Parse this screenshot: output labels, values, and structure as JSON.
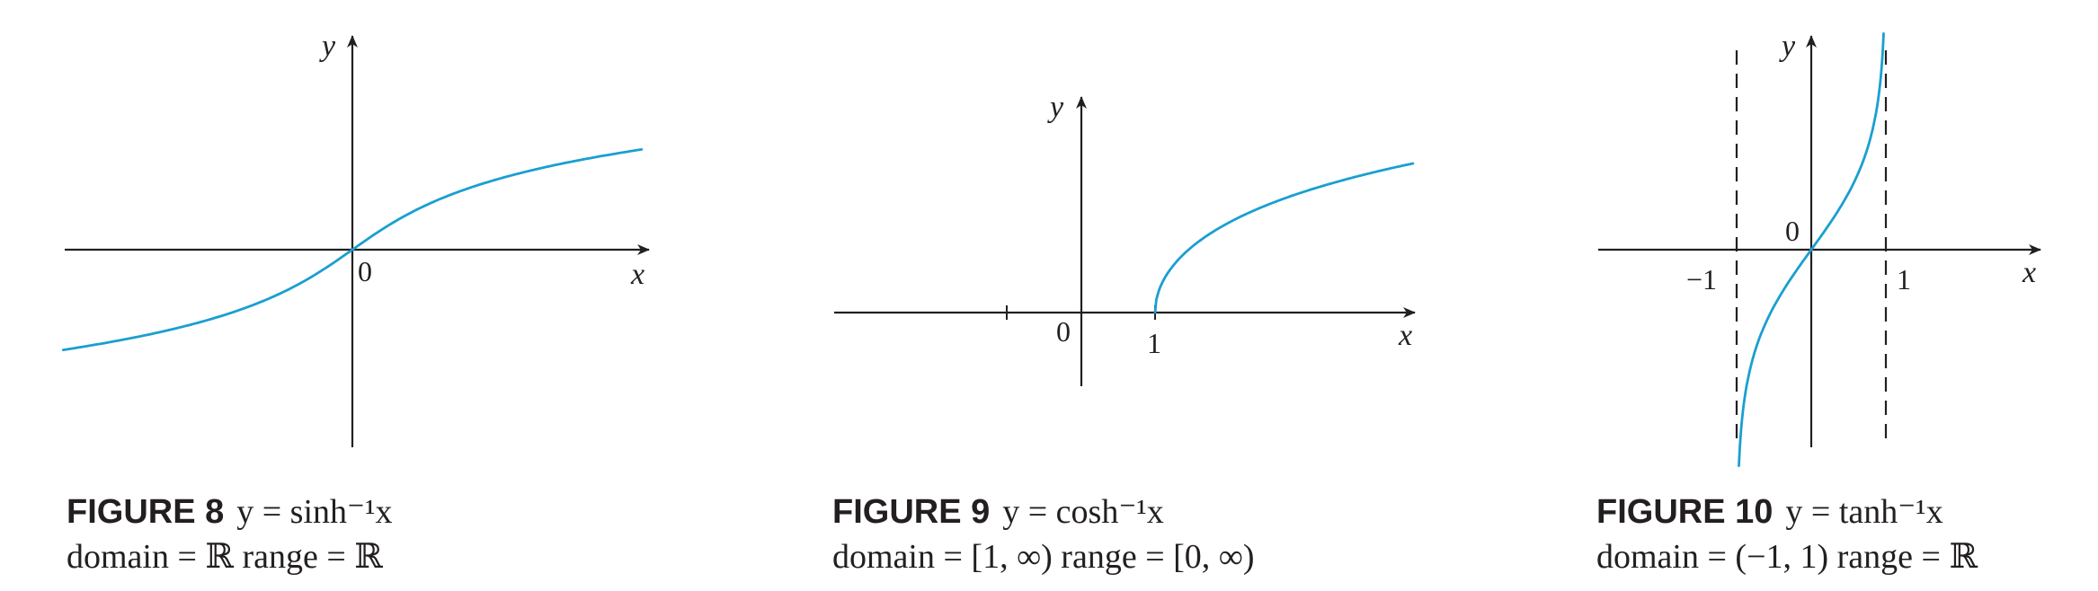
{
  "colors": {
    "curve": "#1a9fd0",
    "axis": "#231f20"
  },
  "figures": [
    {
      "number": "FIGURE 8",
      "equation": "y = sinh⁻¹x",
      "domain_range": "domain = ℝ   range = ℝ",
      "axis_x": "x",
      "axis_y": "y",
      "origin_label": "0"
    },
    {
      "number": "FIGURE 9",
      "equation": "y = cosh⁻¹x",
      "domain_range": "domain = [1, ∞)   range = [0, ∞)",
      "axis_x": "x",
      "axis_y": "y",
      "origin_label": "0",
      "tick_label": "1"
    },
    {
      "number": "FIGURE 10",
      "equation": "y = tanh⁻¹x",
      "domain_range": "domain = (−1, 1)   range = ℝ",
      "axis_x": "x",
      "axis_y": "y",
      "origin_label": "0",
      "tick_label_left": "−1",
      "tick_label_right": "1"
    }
  ],
  "chart_data": [
    {
      "type": "line",
      "function": "asinh",
      "x_range": [
        -4.5,
        4.5
      ],
      "series": [
        {
          "name": "",
          "x": [
            -4.5,
            -3,
            -2,
            -1,
            0,
            1,
            2,
            3,
            4.5
          ],
          "y": [
            -2.21,
            -1.82,
            -1.44,
            -0.88,
            0,
            0.88,
            1.44,
            1.82,
            2.21
          ]
        }
      ]
    },
    {
      "type": "line",
      "function": "acosh",
      "x_range": [
        1,
        4.5
      ],
      "series": [
        {
          "name": "",
          "x": [
            1,
            1.2,
            1.5,
            2,
            3,
            4,
            4.5
          ],
          "y": [
            0,
            0.62,
            0.96,
            1.32,
            1.76,
            2.06,
            2.18
          ]
        }
      ]
    },
    {
      "type": "line",
      "function": "atanh",
      "x_range": [
        -0.97,
        0.97
      ],
      "asymptotes_x": [
        -1,
        1
      ],
      "series": [
        {
          "name": "",
          "x": [
            -0.97,
            -0.8,
            -0.5,
            0,
            0.5,
            0.8,
            0.97
          ],
          "y": [
            -2.09,
            -1.1,
            -0.55,
            0,
            0.55,
            1.1,
            2.09
          ]
        }
      ]
    }
  ]
}
